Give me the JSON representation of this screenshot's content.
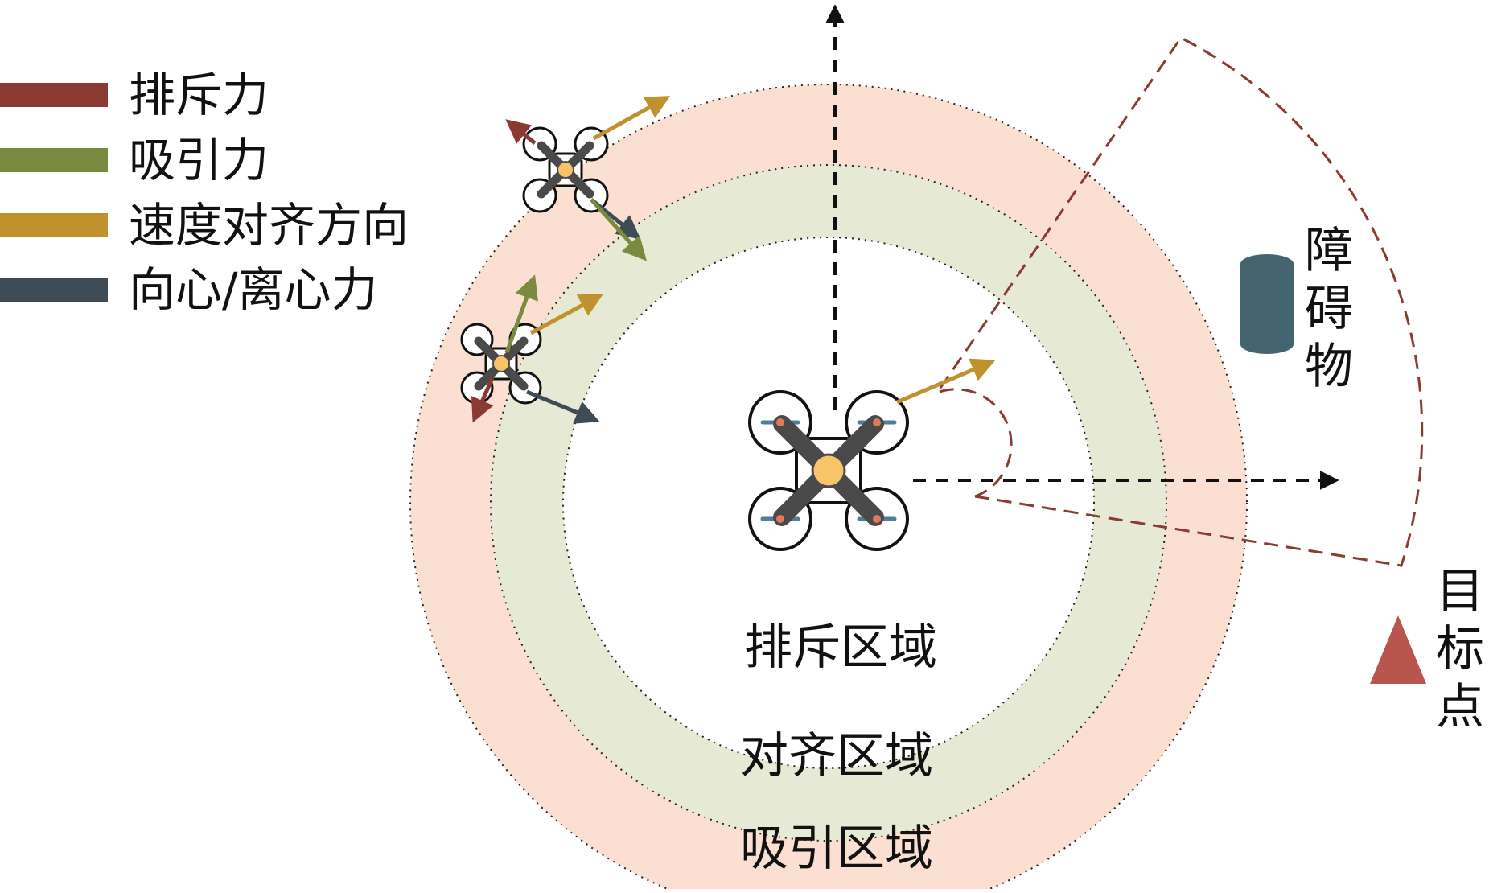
{
  "legend": {
    "items": [
      {
        "label": "排斥力",
        "color": "#8b3a32"
      },
      {
        "label": "吸引力",
        "color": "#7a8a3f"
      },
      {
        "label": "速度对齐方向",
        "color": "#c0922e"
      },
      {
        "label": "向心/离心力",
        "color": "#3f4c55"
      }
    ]
  },
  "zones": {
    "repulsion": {
      "label": "排斥区域",
      "color": "#ffffff"
    },
    "alignment": {
      "label": "对齐区域",
      "color": "#e6e9d3"
    },
    "attraction": {
      "label": "吸引区域",
      "color": "#fbdfd1"
    }
  },
  "obstacle": {
    "label": "障碍物",
    "color": "#44646f"
  },
  "target": {
    "label": "目标点",
    "color": "#b8564e"
  },
  "colors": {
    "repulsion_force": "#8b3a32",
    "attraction_force": "#7a8a3f",
    "alignment_dir": "#c0922e",
    "centripetal_force": "#3f4c55",
    "sector_outline": "#8b3a32",
    "drone_body": "#4a4a4a",
    "drone_core": "#f7c46a"
  }
}
